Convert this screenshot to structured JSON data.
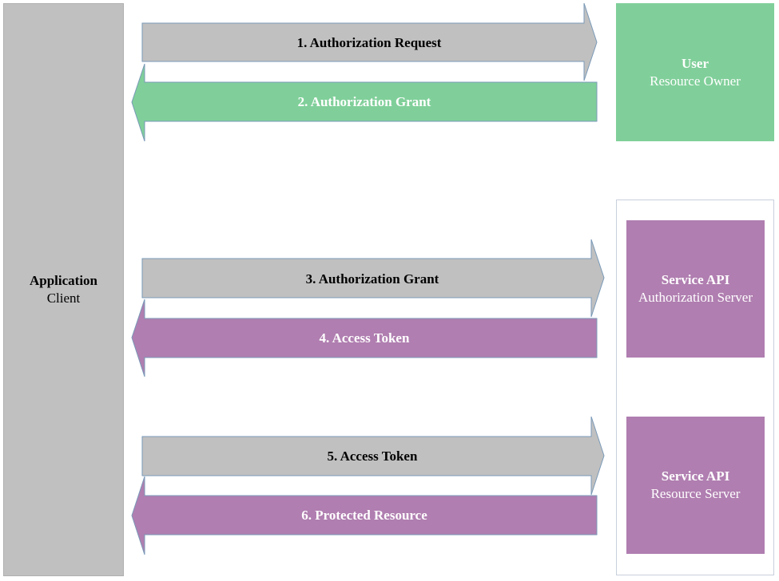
{
  "client": {
    "title": "Application",
    "subtitle": "Client"
  },
  "user": {
    "title": "User",
    "subtitle": "Resource Owner"
  },
  "auth_server": {
    "title": "Service API",
    "subtitle": "Authorization Server"
  },
  "resource_server": {
    "title": "Service API",
    "subtitle": "Resource Server"
  },
  "arrows": [
    {
      "label": "1. Authorization Request",
      "direction": "right",
      "color": "#c0c0c0",
      "text_color": "#000000"
    },
    {
      "label": "2. Authorization Grant",
      "direction": "left",
      "color": "#80cf9a",
      "text_color": "#ffffff"
    },
    {
      "label": "3. Authorization Grant",
      "direction": "right",
      "color": "#c0c0c0",
      "text_color": "#000000"
    },
    {
      "label": "4. Access Token",
      "direction": "left",
      "color": "#b07eb0",
      "text_color": "#ffffff"
    },
    {
      "label": "5. Access Token",
      "direction": "right",
      "color": "#c0c0c0",
      "text_color": "#000000"
    },
    {
      "label": "6. Protected Resource",
      "direction": "left",
      "color": "#b07eb0",
      "text_color": "#ffffff"
    }
  ]
}
